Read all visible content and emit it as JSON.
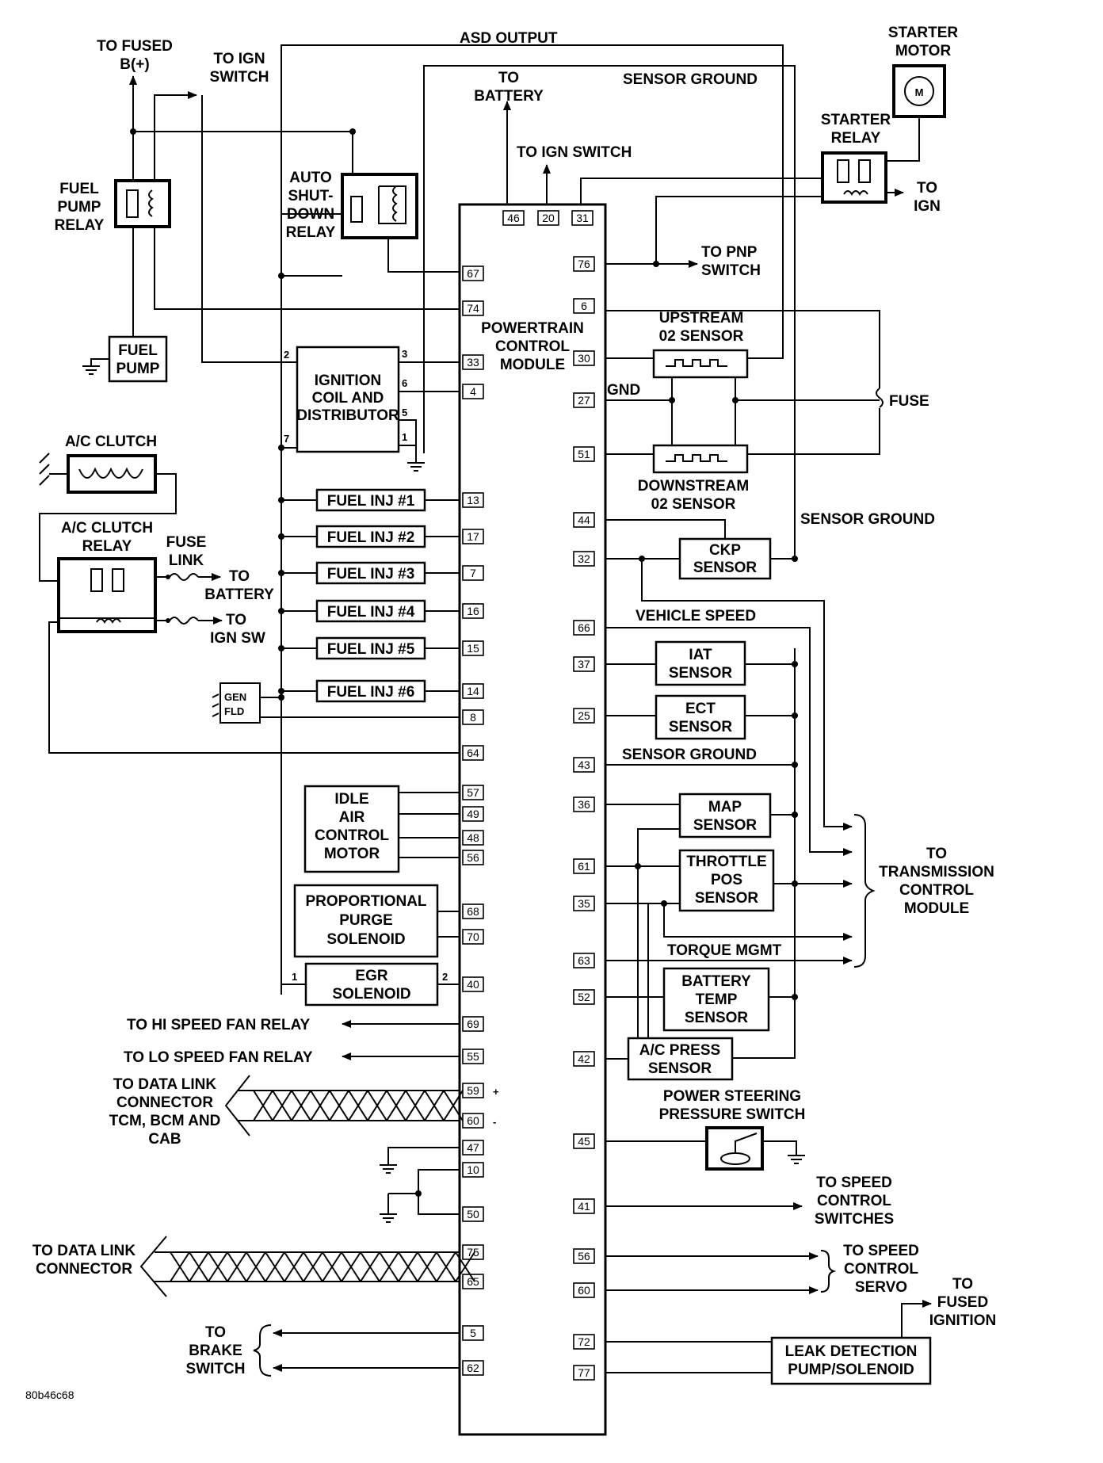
{
  "figure_id": "80b46c68",
  "pcm": {
    "label": [
      "POWERTRAIN",
      "CONTROL",
      "MODULE"
    ]
  },
  "top": {
    "asd_output": "ASD OUTPUT",
    "sensor_ground_top": "SENSOR GROUND",
    "to_fused_b": [
      "TO FUSED",
      "B(+)"
    ],
    "to_ign_switch_left": [
      "TO IGN",
      "SWITCH"
    ],
    "to_battery": [
      "TO",
      "BATTERY"
    ],
    "to_ign_switch_center": "TO IGN SWITCH",
    "starter_motor": [
      "STARTER",
      "MOTOR"
    ],
    "motor_symbol": "M",
    "starter_relay": [
      "STARTER",
      "RELAY"
    ],
    "to_ign_right": [
      "TO",
      "IGN"
    ]
  },
  "left": {
    "fuel_pump_relay": [
      "FUEL",
      "PUMP",
      "RELAY"
    ],
    "auto_shutdown_relay": [
      "AUTO",
      "SHUT-",
      "DOWN",
      "RELAY"
    ],
    "fuel_pump": [
      "FUEL",
      "PUMP"
    ],
    "ignition_coil": [
      "IGNITION",
      "COIL AND",
      "DISTRIBUTOR"
    ],
    "coil_pins": [
      "2",
      "3",
      "6",
      "5",
      "1",
      "7"
    ],
    "ac_clutch": "A/C CLUTCH",
    "ac_clutch_relay": [
      "A/C CLUTCH",
      "RELAY"
    ],
    "fuse_link": [
      "FUSE",
      "LINK"
    ],
    "to_battery": [
      "TO",
      "BATTERY"
    ],
    "to_ign_sw": [
      "TO",
      "IGN SW"
    ],
    "gen_fld": [
      "GEN",
      "FLD"
    ],
    "injectors": [
      "FUEL INJ #1",
      "FUEL INJ #2",
      "FUEL INJ #3",
      "FUEL INJ #4",
      "FUEL INJ #5",
      "FUEL INJ #6"
    ],
    "idle_air": [
      "IDLE",
      "AIR",
      "CONTROL",
      "MOTOR"
    ],
    "purge": [
      "PROPORTIONAL",
      "PURGE",
      "SOLENOID"
    ],
    "egr": [
      "EGR",
      "SOLENOID"
    ],
    "egr_pins": [
      "1",
      "2"
    ],
    "hi_fan": "TO HI SPEED FAN RELAY",
    "lo_fan": "TO LO SPEED FAN RELAY",
    "data_link_1": [
      "TO DATA LINK",
      "CONNECTOR",
      "TCM, BCM AND",
      "CAB"
    ],
    "plus": "+",
    "minus": "-",
    "data_link_2": [
      "TO DATA LINK",
      "CONNECTOR"
    ],
    "brake": [
      "TO",
      "BRAKE",
      "SWITCH"
    ]
  },
  "right": {
    "to_pnp": [
      "TO PNP",
      "SWITCH"
    ],
    "upstream": [
      "UPSTREAM",
      "02 SENSOR"
    ],
    "gnd": "GND",
    "fuse": "FUSE",
    "downstream": [
      "DOWNSTREAM",
      "02 SENSOR"
    ],
    "sensor_ground_mid": "SENSOR GROUND",
    "ckp": [
      "CKP",
      "SENSOR"
    ],
    "vehicle_speed": "VEHICLE SPEED",
    "iat": [
      "IAT",
      "SENSOR"
    ],
    "ect": [
      "ECT",
      "SENSOR"
    ],
    "sensor_ground_low": "SENSOR GROUND",
    "map": [
      "MAP",
      "SENSOR"
    ],
    "tps": [
      "THROTTLE",
      "POS",
      "SENSOR"
    ],
    "torque": "TORQUE MGMT",
    "tcm": [
      "TO",
      "TRANSMISSION",
      "CONTROL",
      "MODULE"
    ],
    "battery_temp": [
      "BATTERY",
      "TEMP",
      "SENSOR"
    ],
    "ac_press": [
      "A/C PRESS",
      "SENSOR"
    ],
    "ps_switch": [
      "POWER STEERING",
      "PRESSURE SWITCH"
    ],
    "speed_switches": [
      "TO SPEED",
      "CONTROL",
      "SWITCHES"
    ],
    "speed_servo": [
      "TO SPEED",
      "CONTROL",
      "SERVO"
    ],
    "fused_ign": [
      "TO",
      "FUSED",
      "IGNITION"
    ],
    "leak": [
      "LEAK DETECTION",
      "PUMP/SOLENOID"
    ]
  },
  "pins": {
    "top": [
      "46",
      "20",
      "31"
    ],
    "left": [
      "67",
      "74",
      "33",
      "4",
      "13",
      "17",
      "7",
      "16",
      "15",
      "14",
      "8",
      "64",
      "57",
      "49",
      "48",
      "56",
      "68",
      "70",
      "40",
      "69",
      "55",
      "59",
      "60",
      "47",
      "10",
      "50",
      "75",
      "65",
      "5",
      "62"
    ],
    "right": [
      "76",
      "6",
      "30",
      "27",
      "51",
      "44",
      "32",
      "66",
      "37",
      "25",
      "43",
      "36",
      "61",
      "35",
      "63",
      "52",
      "42",
      "45",
      "41",
      "56",
      "60",
      "72",
      "77"
    ]
  }
}
